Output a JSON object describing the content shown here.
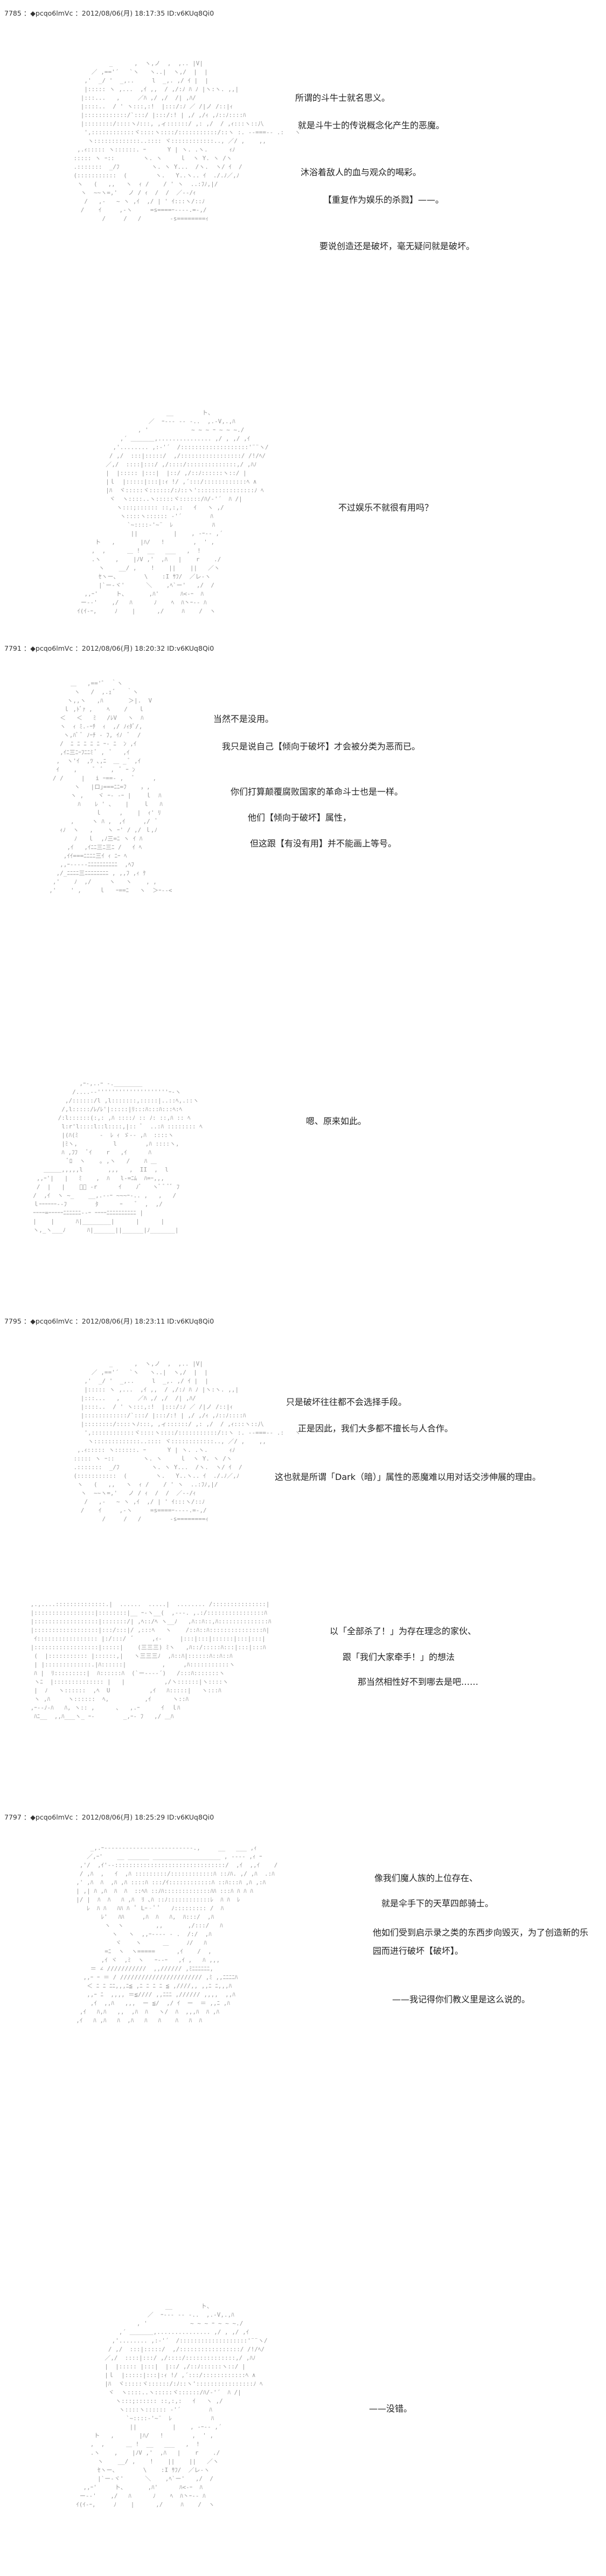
{
  "posts": [
    {
      "header": "7785 ：◆pcqo6lmVc ：2012/08/06(月) 18:17:35 ID:v6KUq8Qi0",
      "lines": [
        "所谓的斗牛士就名思义。",
        "就是斗牛士的传说概念化产生的恶魔。",
        "沐浴着敌人的血与观众的喝彩。",
        "【重复作为娱乐的杀戮】——。",
        "要说创造还是破坏，毫无疑问就是破坏。"
      ],
      "art": [
        "              _      ,  ヽ,ノ  ,  ,.. |V|",
        "         ／ ,=='´   `ヽ   ヽ..|  ヽ,/  |  |",
        "       ,'  _/ '  _,..     l  _,. ,/ ｲ |  |",
        "       |::::: ヽ ,...  ,ｲ ,,  / ,/:ﾉ ﾊ ﾉ |ヽ:ヽ. ,,|",
        "      |:::...   ,     ／ﾊ ,/ ,/  /| ,ﾊ/",
        "      |::::..  / ' ヽ:::,:!  |:::/:ﾉ ／ /|ノ /::|ｨ",
        "      |::::::::::::/`:::/ |:::/:! | ,/ ,/ｨ ,ﾉ::ﾉ::::ﾊ",
        "      |::::::::/::::ヽﾉ:::, ,ィ::::::/ ,: ,/  / ,ｨ:::ヽ::八",
        "       ',::::::::::::ヾ::::ヽ::::/:::::::::::/::ヽ :. --===-- .:   ヽ",
        "        ヽ:::::::::::::..:::: ヾ::::::::::::.., ／/ ,    ,,",
        "     ,.ｨ::::: ヽ::::::. ｰ      Y | ヽ. .ヽ.      ｨﾉ",
        "    ::::: ヽ ｰ::        ヽ. ヽ     ｌ  ヽ Y. ヽ /ヽ",
        "    .:::::::  _/ﾌ         ヽ. ヽ Y...  /ヽ.  ヽ/ ｲ  /",
        "    (:::::::::::  (        ヽ.   Y..ヽ.. ｲ  ./.ﾉ／,ﾉ",
        "     ヽ   (   ,,   ヽ  ｨ /    / ' ヽ  ..:ﾌﾉ,|/",
        "      ヽ  ~~ヽ=,'   ノ / ｨ  /  /  ／-‐/ｨ",
        "       /   ,-   ~ ヽ ,ｲ  ,/ | ' ｲ:::ヽ/::ﾉ",
        "      /    ｲ     ,-ヽ     =s====ｰ----.=-,/",
        "            /     /   /        -s========ｨ"
      ]
    },
    {
      "header": "",
      "lines": [
        "不过娱乐不就很有用吗？"
      ],
      "art": [
        "                           __        ト、",
        "                      ／  ｰ--‐ ‐‐ -..  ,.-V,.,ﾊ",
        "                   , '            ~ ~ ~ ｰ ~ ~ ~./",
        "              ,´ ＿＿＿＿,............... ,/ , ,/ ,ｲ",
        "            ,'........ ,:‐'´  /:::::::::::::::::::'¨¨ヽ/",
        "           / ,/  :::|:::::/  ,/:::::::::::::::::/ /!/ﾍ/",
        "          ／,/  ::::|:::/ ,/::::/::::::::::::::,/ ,ﾊﾉ",
        "          |  |::::: |:::|  |::/ ,/::ﾉ::::::ヽ::/ |",
        "          |ｌ  |:::::|:::|:ｨ !/ ,´:::/::::::::::::ﾍ ∧",
        "          |ﾊ  ヾ:::::ヾ::::::/:ﾉ::ヽ'::::::::::::::::ﾉ ﾍ",
        "           ヾ  ヽ::::..ヽ:::::ヾ::::::/ﾊ/‐'´  ﾊ /|",
        "             ヽ:::;:::::: ::,:,:   ｲ   ヽ ,/",
        "              ヽ::::ヽ:::::: ‐'´        ﾊ",
        "                `~::::‐'~¨  ﾚ           ﾊ",
        "                 ||          |    , -ｰ‐‐ ,´",
        "       ト   ,       |ﾊ/   !        ,  ' ,",
        "      ,  ,      ＿ !  __   ___   ,  !",
        "      .ヽ    ,    |ﾉV ,'  ,ﾊ   |    r    ./",
        "        ヽ    __/ ,    !    ||    ||   ／ヽ",
        "        ｾヽー、       \\    :I ｻﾌ/  ／レ‐ヽ",
        "        |`ー‐ヾ'      ＼    ,ﾍ`ー'   ,/  /",
        "    ,,ｰ'     ト、      ,ﾊ'      ﾊ<-ｰ  ﾊ",
        "   ー‐‐'    ,/   ﾊ      ﾉ    ﾍ  ﾊ丶ｰ-‐ ﾊ",
        "  ｲ(ｲ-ｰ,     ﾉ    |      ,/     ﾊ    /  ヽ"
      ]
    },
    {
      "header": "7791 ：◆pcqo6lmVc ：2012/08/06(月) 18:20:32 ID:v6KUq8Qi0",
      "lines": [
        "当然不是没用。",
        "我只是说自己【倾向于破坏】才会被分类为恶而已。",
        "你们打算颠覆腐败国家的革命斗士也是一样。",
        "他们【倾向于破坏】属性，",
        "但这跟【有没有用】并不能画上等号。"
      ],
      "art": [
        "        ＿   ,=='゛ ｀ヽ",
        "         ヽ   /  ,.ｪ ﾞ   ｀ヽ",
        "       ヽ,,ヽ   ,ﾊ       ＞|.  V",
        "      ｌ ,ﾄﾞｧ ,    ﾍ    /   ｌ",
        "     ＜   ＜   ﾐ   /ﾚV   ヽ  ﾊ",
        "     ヽ  ｨ ﾐ.-ｰﾁ  ｨ  ,/ ﾉｨﾀﾞ/,",
        "      ヽ,ﾊﾞ ﾞ ﾉｰﾁ - ﾌ, ｲﾉ  ﾞ  /",
        "     /  ﾆ ﾆ ﾆ ﾆ ﾆ ｰ- ﾆ  ﾝ ,ｲ",
        "     ,ｲﾆ三ﾆｰﾌﾆﾆﾐ ﾞ ,  ﾞ   ,ｲ",
        "    ,  ヽ'ｲ  ,ﾂ ､,ﾆ  ＿ _ ﾞ ,ｲ",
        "    ｲ    ,     ﾞ  ﾞ  ,  ﾞ ｰ ﾝ",
        "   / /     |   i ｰ==- ,   ﾞ     ,",
        "         ヽ   |ロ｣===ﾆﾆ=ﾌ    ，,",
        "        ヽ ,    ヾ ｰ- ‐ｰ |    ｌ  ﾊ",
        "          ﾊ    ﾚ ' 、   |    ｌ   ﾊ",
        "               ｌ     ,    |  ｨ' ﾘ",
        "        ,     ヽ ﾊ ,  ,ｲ     ,/  ﾞ",
        "     ｨﾉ  ヽ   ,    ヽ ｰ' / ,/ ｌ,ﾉ",
        "         ﾉ   ｌ  ,ﾉ三=ﾆ ヽ ｲ ﾊ",
        "       ,ｲ   ,ｲﾆﾆ三ﾆ三ﾆ /   ｲ ﾍ",
        "      ,ｲｲ===ﾆﾆﾆﾆ三ｲ ｨ ﾆｰ ﾍ",
        "     ,,ｰ-----ﾆﾆﾆﾆﾆﾆﾆﾆﾆﾆ  ,ﾍﾌ",
        "    ,/_ﾆﾆﾆﾆ三ﾆﾆﾆﾆﾆﾆﾆﾆ , ,,ﾌ ,ｨ ｹ",
        "   ,'    ﾉ  ,/     ヽ   ヽ    , ,",
        "  ,'    ' ,     ｌ   ｰ==ﾆ   ヽ  ＞ｰ-‐<"
      ]
    },
    {
      "header": "",
      "lines": [
        "嗯、原来如此。"
      ],
      "art": [
        "               ,ｰ-,..ｰ ‐.________",
        "             /....-‐''''''''''''''''''''ｰ-ヽ",
        "           ,/::::::/l ,l:::::::,:::::|..::ﾍ,.::ヽ",
        "          /,l:::::/ﾚ/ﾚ'|:::::|ﾘ:::ﾊ:::ﾊ:::ﾍ:ﾍ",
        "         /:l::::::(:,: ,ﾊ ::::ﾉ :: ﾉ: ::,ﾊ :: ﾍ",
        "          l:r'l::::l::l::::,|:: ﾞ  ..:ﾊ :::::::: ﾍ",
        "          |(ﾊ(ﾐ      -  ﾚ ｨ ゞ-‐ ,ﾊ  ::::ヽ",
        "          |ﾐヽ,          l        ,ﾊ ::::ヽ,",
        "          ﾊ ,ﾌﾌ   ﾞｲ    r   ,ｲ      ﾊ",
        "            ﾞﾛ  ヽ    ｡ ,ヽ   /    ﾊ ＿",
        "     ＿＿＿,,,,,l       ,,,   ,  II  ,  l",
        "   ,,ｰ'|   |   ﾐ    ,  ﾊ   l‐=ﾆﾑ  ﾊ=ｰ,,,",
        "   /  |   |    ﾞ｀ ‐r      ｲ    ﾉﾞ   ヽﾞ ﾞ ﾞﾞ ﾌ",
        "  /  ,ｲ  ヽ ~_    __,.--ｰ ~~~ｰ-.. ,   ,   /",
        "  ｌｰｰｰｰｰｰ--ﾌ        ﾀ      ｰ    ﾞ  ,  ,/",
        "  ｰｰｰｰ=ｰｰｰｰｰﾆﾆﾆﾆﾆﾆ--ｰ ｰｰｰｰﾆﾆﾆﾆﾆﾆﾆﾆﾆﾆ |",
        "  |    |      ﾊ|________|      |      |",
        "  ヽ,_ヽ___ﾉ      ﾊ|______||______|ﾉ_______|"
      ]
    },
    {
      "header": "7795 ：◆pcqo6lmVc ：2012/08/06(月) 18:23:11 ID:v6KUq8Qi0",
      "lines": [
        "只是破坏往往都不会选择手段。",
        "正是因此，我们大多都不擅长与人合作。",
        "这也就是所谓「Dark（暗）」属性的恶魔难以用对话交涉伸展的理由。"
      ],
      "art": [
        "              _      ,  ヽ,ノ  ,  ,.. |V|",
        "         ／ ,=='´   `ヽ   ヽ..|  ヽ,/  |  |",
        "       ,'  _/ '  _,..     l  _,. ,/ ｲ |  |",
        "       |::::: ヽ ,...  ,ｲ ,,  / ,/:ﾉ ﾊ ﾉ |ヽ:ヽ. ,,|",
        "      |:::...   ,     ／ﾊ ,/ ,/  /| ,ﾊ/",
        "      |::::..  / ' ヽ:::,:!  |:::/:ﾉ ／ /|ノ /::|ｨ",
        "      |::::::::::::/`:::/ |:::/:! | ,/ ,/ｨ ,ﾉ::ﾉ::::ﾊ",
        "      |::::::::/::::ヽﾉ:::, ,ィ::::::/ ,: ,/  / ,ｨ:::ヽ::八",
        "       ',::::::::::::ヾ::::ヽ::::/:::::::::::/::ヽ :. --===-- .:   ヽ",
        "        ヽ:::::::::::::..:::: ヾ::::::::::::.., ／/ ,    ,,",
        "     ,.ｨ::::: ヽ::::::. ｰ      Y | ヽ. .ヽ.      ｨﾉ",
        "    ::::: ヽ ｰ::        ヽ. ヽ     ｌ  ヽ Y. ヽ /ヽ",
        "    .:::::::  _/ﾌ         ヽ. ヽ Y...  /ヽ.  ヽ/ ｲ  /",
        "    (:::::::::::  (        ヽ.   Y..ヽ.. ｲ  ./.ﾉ／,ﾉ",
        "     ヽ   (   ,,   ヽ  ｨ /    / ' ヽ  ..:ﾌﾉ,|/",
        "      ヽ  ~~ヽ=,'   ノ / ｨ  /  /  ／-‐/ｨ",
        "       /   ,-   ~ ヽ ,ｲ  ,/ | ' ｲ:::ヽ/::ﾉ",
        "      /    ｲ     ,-ヽ     =s====ｰ----.=-,/",
        "            /     /   /        -s========ｨ"
      ]
    },
    {
      "header": "",
      "lines": [
        "以「全部杀了！」为存在理念的家伙、",
        "跟「我们大家牵手！」的想法",
        "那当然相性好不到哪去是吧……"
      ],
      "art": [
        " ,.,....::::::::::::::.|  ......  .....|  ........ /:::::::::::::::|",
        " |:::::::::::::::::|::::::::|__ ｰ‐ヽ__(  ,--‐. ,.:/::::::::::::::::ﾊ",
        " |::::::::::::::::::|:::::::/| ,ﾍ::/ﾍ ヽ__ﾉ   ,ﾊ::ﾊ::,ﾊ::::::::::::::ﾊ",
        " |::::::::::::::::::|:::/:::|/ ,:::ﾍ   ヽ    /::ﾊ::ﾊ:::::::::::::::ﾊ|",
        "  ｲ::::::::::::::::: |:/:::/  ﾞ     ,ｨ-     |:::|:::|::::::|:::|:::|",
        " |::::::::::::::::::|:::::|    (三三三) ﾐヽ   ,ﾊ::/:::::ﾊ:::|:::|:::ﾊ",
        "  (  |::::::::::: |::::::,|   ヽ三三三ﾉ  ,ﾊ::ﾊ|::::::ﾊ::ﾊ::ﾊ",
        "  | |:::::::::::::.|ﾊ::::::|          ,     ,ﾊ:::::::::::ヽ",
        "  ﾊ |  ﾘ:::::::::|  ﾊ::::::ﾊ  (`ー----´)   /:::ﾊ:::::::ヽ",
        "  ヽﾆ  |:::::::::::::: |   |           ,/ヽ::::::|ヽ::::ヽ",
        "  |  ﾉ   ヽ::::::  ,ﾍ  U           ,ｲ   ﾊ:::::|   ヽ:::ﾊ",
        "  ヽ ,ﾊ     ヽ::::::  ﾍ,          ,ｲ      ヽ::ﾊ",
        " ,ｰ-‐ﾉ-ﾊ   ﾊ, ヽ:: ,      ､   ,.ｰ      ｲ  ｌﾊ",
        "  ﾊﾆ__  ,,ﾊ___ヽ_ ｰ-        _,ｰ‐ ﾌ   ,/ ＿ﾊ"
      ]
    },
    {
      "header": "7797 ：◆pcqo6lmVc ：2012/08/06(月) 18:25:29 ID:v6KUq8Qi0",
      "lines": [
        "像我们魔人族的上位存在、",
        "就是伞手下的天草四郎骑士。",
        "他如们受到启示录之类的东西步向毁灭，为了创造新的乐园而进行破坏【破坏】。",
        "——我记得你们教义里是这么说的。"
      ],
      "art": [
        "      _,.ｰ-‐‐‐‐‐‐‐‐‐‐‐‐‐‐‐‐‐‐‐‐‐‐‐‐.,     __   ___ ,ｨ",
        "     ／,ｰ'    __ ______ ___________________ , ---- ,ｨ ｰ",
        "   ,'/  ,ｲ'‐-:::::::::::::::::::::::::::::::/  ,ｲ  ,,ｲ    /",
        "   / ,ﾊ  ,   ｲ  ,ﾊ :::::::::/::::::::::::ﾊ ::ﾉﾊ. ,/ ,ﾊ  .:ﾊ",
        "  ,' ,ﾊ  ﾊ  ,ﾊ ,ﾊ ::::ﾊ :::/ｲ::::::::::::ﾊ ::ﾊ:::ﾊ ,ﾊ ,:ﾊ",
        "  | ,| ﾊ ,ﾊ  ﾊ  ﾊ  ::ﾍﾊ ::ﾉﾊ:::::::::::::ﾊﾊ :::ﾊ ﾊ ﾊ ﾊ",
        "  |/ |  ﾊ  ﾊ   ﾊ ,ﾊ  ﾘ ､ﾊ ::ﾉ::::::::::::ﾚ  ﾊ ﾊ  ﾚ",
        "     ﾚ  ﾊ ﾊ   ﾊﾊ ﾊ  ﾟ Lｰ‐ﾟ ﾟ   ﾉ::::::::: /  ﾊ",
        "         ﾚ'   ﾊﾊ     ,ﾊ  ﾊ   ﾊ,  ﾊ:::/  ,ﾊ",
        "          ヽ  ヽ         ,,       ,/:::/   ﾊ",
        "            ヽ   ヽ  ,,ｰ---- - .  /:/  ,ﾊ",
        "             ヾ    ヽ      ＿     ﾉ/   ﾊ",
        "          =ﾆ  ヽ  ヽ=====      ,ｲ    /  ,",
        "         ,ｲ ヾ  ,ﾐ  ヽ   ｰ-‐ｰ   ,ｲ ,   ﾊ ,,,",
        "      ＝ ∠ ///////////  ,,////// ,ﾐﾆﾆﾆﾆﾆﾆ,",
        "    ,,ｰ ｰ ＝ / /////////////////////// ,ﾐ ,,ﾆﾆﾆﾆﾊ",
        "     ＜ ﾆ ﾆ ﾆﾆ,,,ﾆ≦ ,ﾆ ﾆ ﾆ ﾆ ≦ ,////,, ,,ﾆ ﾆ,,,ﾊ",
        "     ,,ｰ ﾆ  ,,,, ＝≦//// ,,ﾆﾆﾆ ,////// ,,,,  ,,ﾊ",
        "      ,ｲ  ,,ﾊ   ,,,  ー ≦/  ,/ ｲ  ー  ＝ ,,ﾆ ,ﾊ",
        "   ,ｲ   ﾊ,ﾊ   ,,  ,ﾊ  ﾊ   ヽ/  ﾊ  ,,,ﾊ  ﾊ ,ﾊ",
        "  ,ｲ   ﾊ ,ﾊ   ﾊ  ,ﾊ   ﾊ   ﾊ    ﾊ   ﾊ  ﾊ"
      ]
    },
    {
      "header": "",
      "lines": [
        "——没错。"
      ],
      "art": [
        "                           __        ト、",
        "                      ／  ｰ--‐ ‐‐ -..  ,.-V,.,ﾊ",
        "                   , '            ~ ~ ~ ｰ ~ ~ ~./",
        "              ,´ ＿＿＿＿,............... ,/ , ,/ ,ｲ",
        "            ,'........ ,:‐'´  /:::::::::::::::::::'¨¨ヽ/",
        "           / ,/  :::|:::::/  ,/:::::::::::::::::/ /!/ﾍ/",
        "          ／,/  ::::|:::/ ,/::::/::::::::::::::,/ ,ﾊﾉ",
        "          |  |::::: |:::|  |::/ ,/::ﾉ::::::ヽ::/ |",
        "          |ｌ  |:::::|:::|:ｨ !/ ,´:::/::::::::::::ﾍ ∧",
        "          |ﾊ  ヾ:::::ヾ::::::/:ﾉ::ヽ'::::::::::::::::ﾉ ﾍ",
        "           ヾ  ヽ::::..ヽ:::::ヾ::::::/ﾊ/‐'´  ﾊ /|",
        "             ヽ:::;:::::: ::,:,:   ｲ   ヽ ,/",
        "              ヽ::::ヽ:::::: ‐'´        ﾊ",
        "                `~::::‐'~¨  ﾚ           ﾊ",
        "                 ||          |    , -ｰ‐‐ ,´",
        "       ト   ,       |ﾊ/   !        ,  ' ,",
        "      ,  ,      ＿ !  __   ___   ,  !",
        "      .ヽ    ,    |ﾉV ,'  ,ﾊ   |    r    ./",
        "        ヽ    __/ ,    !    ||    ||   ／ヽ",
        "        ｾヽー、       \\    :I ｻﾌ/  ／レ‐ヽ",
        "        |`ー‐ヾ'      ＼    ,ﾍ`ー'   ,/  /",
        "    ,,ｰ'     ト、      ,ﾊ'      ﾊ<-ｰ  ﾊ",
        "   ー‐‐'    ,/   ﾊ      ﾉ    ﾍ  ﾊ丶ｰ-‐ ﾊ",
        "  ｲ(ｲ-ｰ,     ﾉ    |      ,/     ﾊ    /  ヽ"
      ]
    }
  ]
}
